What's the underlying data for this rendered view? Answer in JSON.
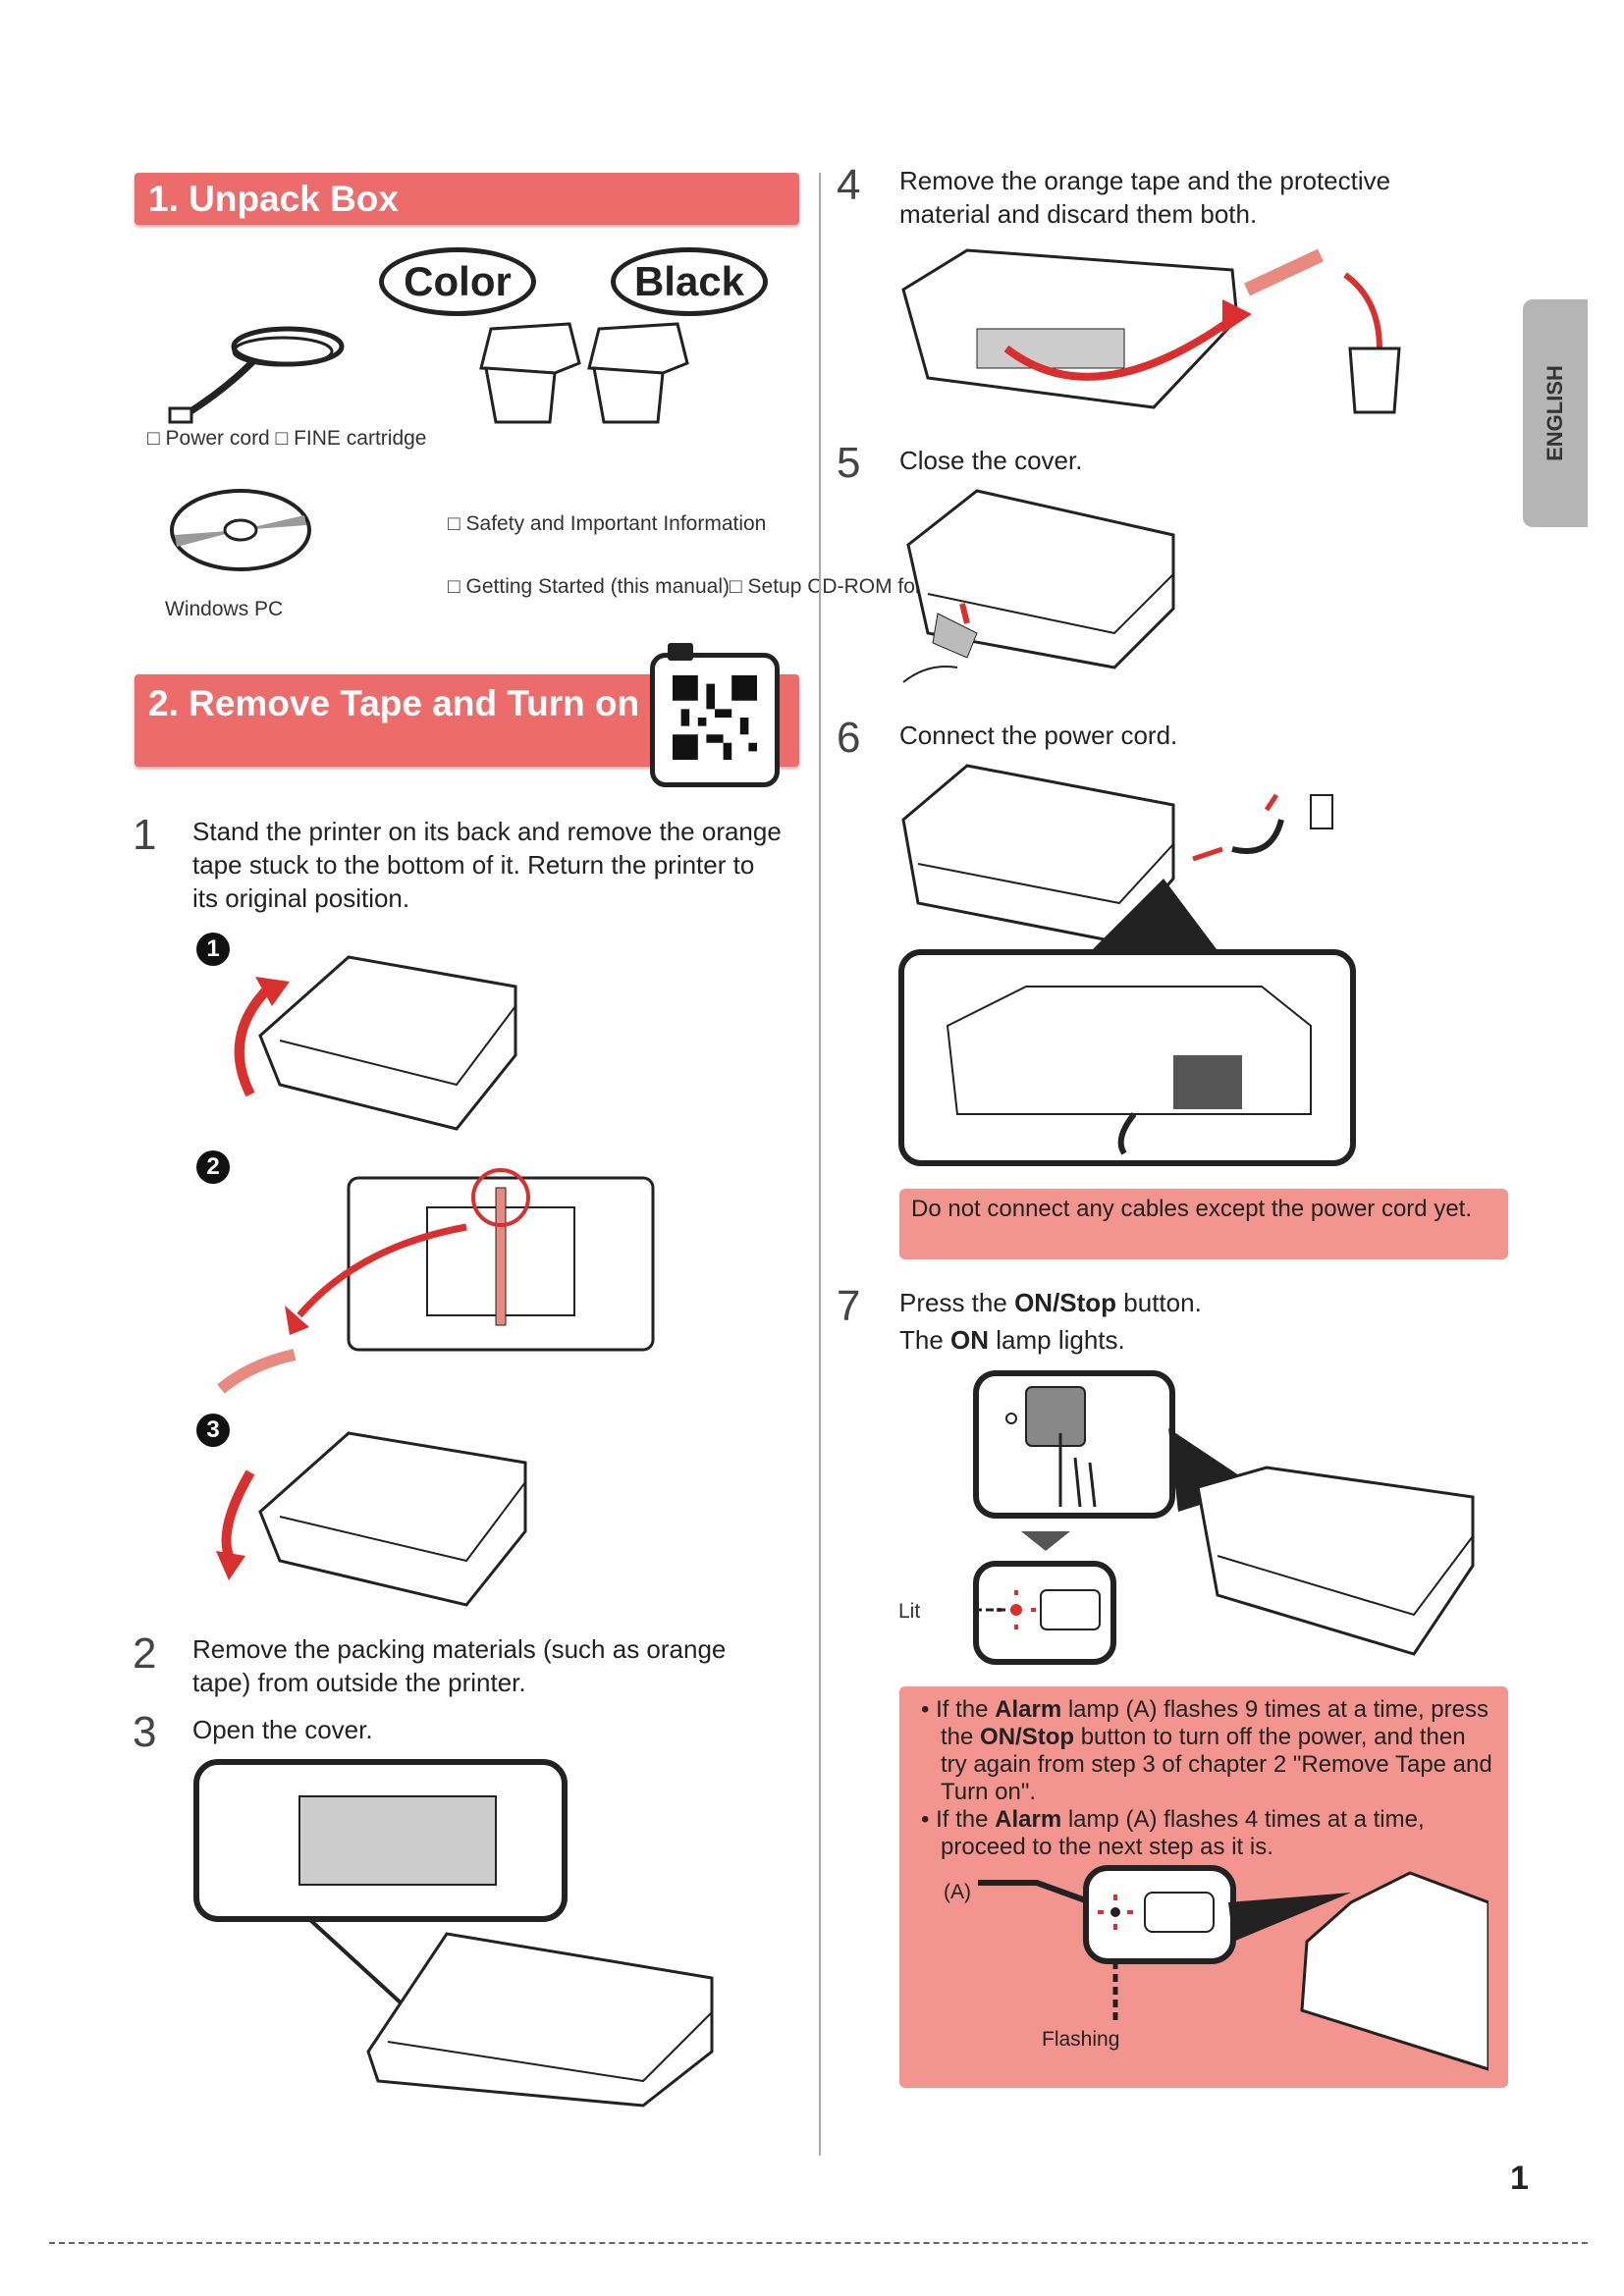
{
  "sections": {
    "unpack": {
      "title": "1.  Unpack Box",
      "items": [
        "Power cord",
        "FINE cartridge",
        "Safety and Important Information",
        "Getting Started (this manual)",
        "Setup CD-ROM for",
        "Windows PC"
      ],
      "bubbles": [
        "Color",
        "Black"
      ]
    },
    "remove": {
      "title": "2.  Remove Tape and Turn on"
    }
  },
  "side_tab": "ENGLISH",
  "steps": [
    {
      "num": "1",
      "text": "Stand the printer on its back and remove the orange tape stuck to the bottom of it. Return the printer to its original position."
    },
    {
      "num": "2",
      "text": "Remove the packing materials (such as orange tape) from outside the printer."
    },
    {
      "num": "3",
      "text": "Open the cover."
    },
    {
      "num": "4",
      "text": "Remove the orange tape and the protective material and discard them both."
    },
    {
      "num": "5",
      "text": "Close the cover."
    },
    {
      "num": "6",
      "text": "Connect the power cord."
    },
    {
      "num": "7",
      "line1_pre": "Press the ",
      "line1_bold": "ON/Stop",
      "line1_post": " button.",
      "line2_pre": "The ",
      "line2_bold": "ON",
      "line2_post": " lamp lights."
    }
  ],
  "substeps": [
    "1",
    "2",
    "3"
  ],
  "warning": "Do not connect any cables except the power cord yet.",
  "lit_label": "Lit",
  "alarm": {
    "b1_pre": "If the ",
    "b1_bold": "Alarm",
    "b1_mid": " lamp (A) flashes 9 times at a time, press the ",
    "b1_bold2": "ON/Stop",
    "b1_post": " button to turn off the power, and then try again from step 3 of chapter 2 \"Remove Tape and Turn on\".",
    "b2_pre": "If the ",
    "b2_bold": "Alarm",
    "b2_post": " lamp (A) flashes 4 times at a time, proceed to the next step as it is.",
    "label_a": "(A)",
    "label_flashing": "Flashing"
  },
  "page_number": "1",
  "colors": {
    "header": "#ec6b6b",
    "note": "#f2958e",
    "tab": "#b5b5b5"
  }
}
